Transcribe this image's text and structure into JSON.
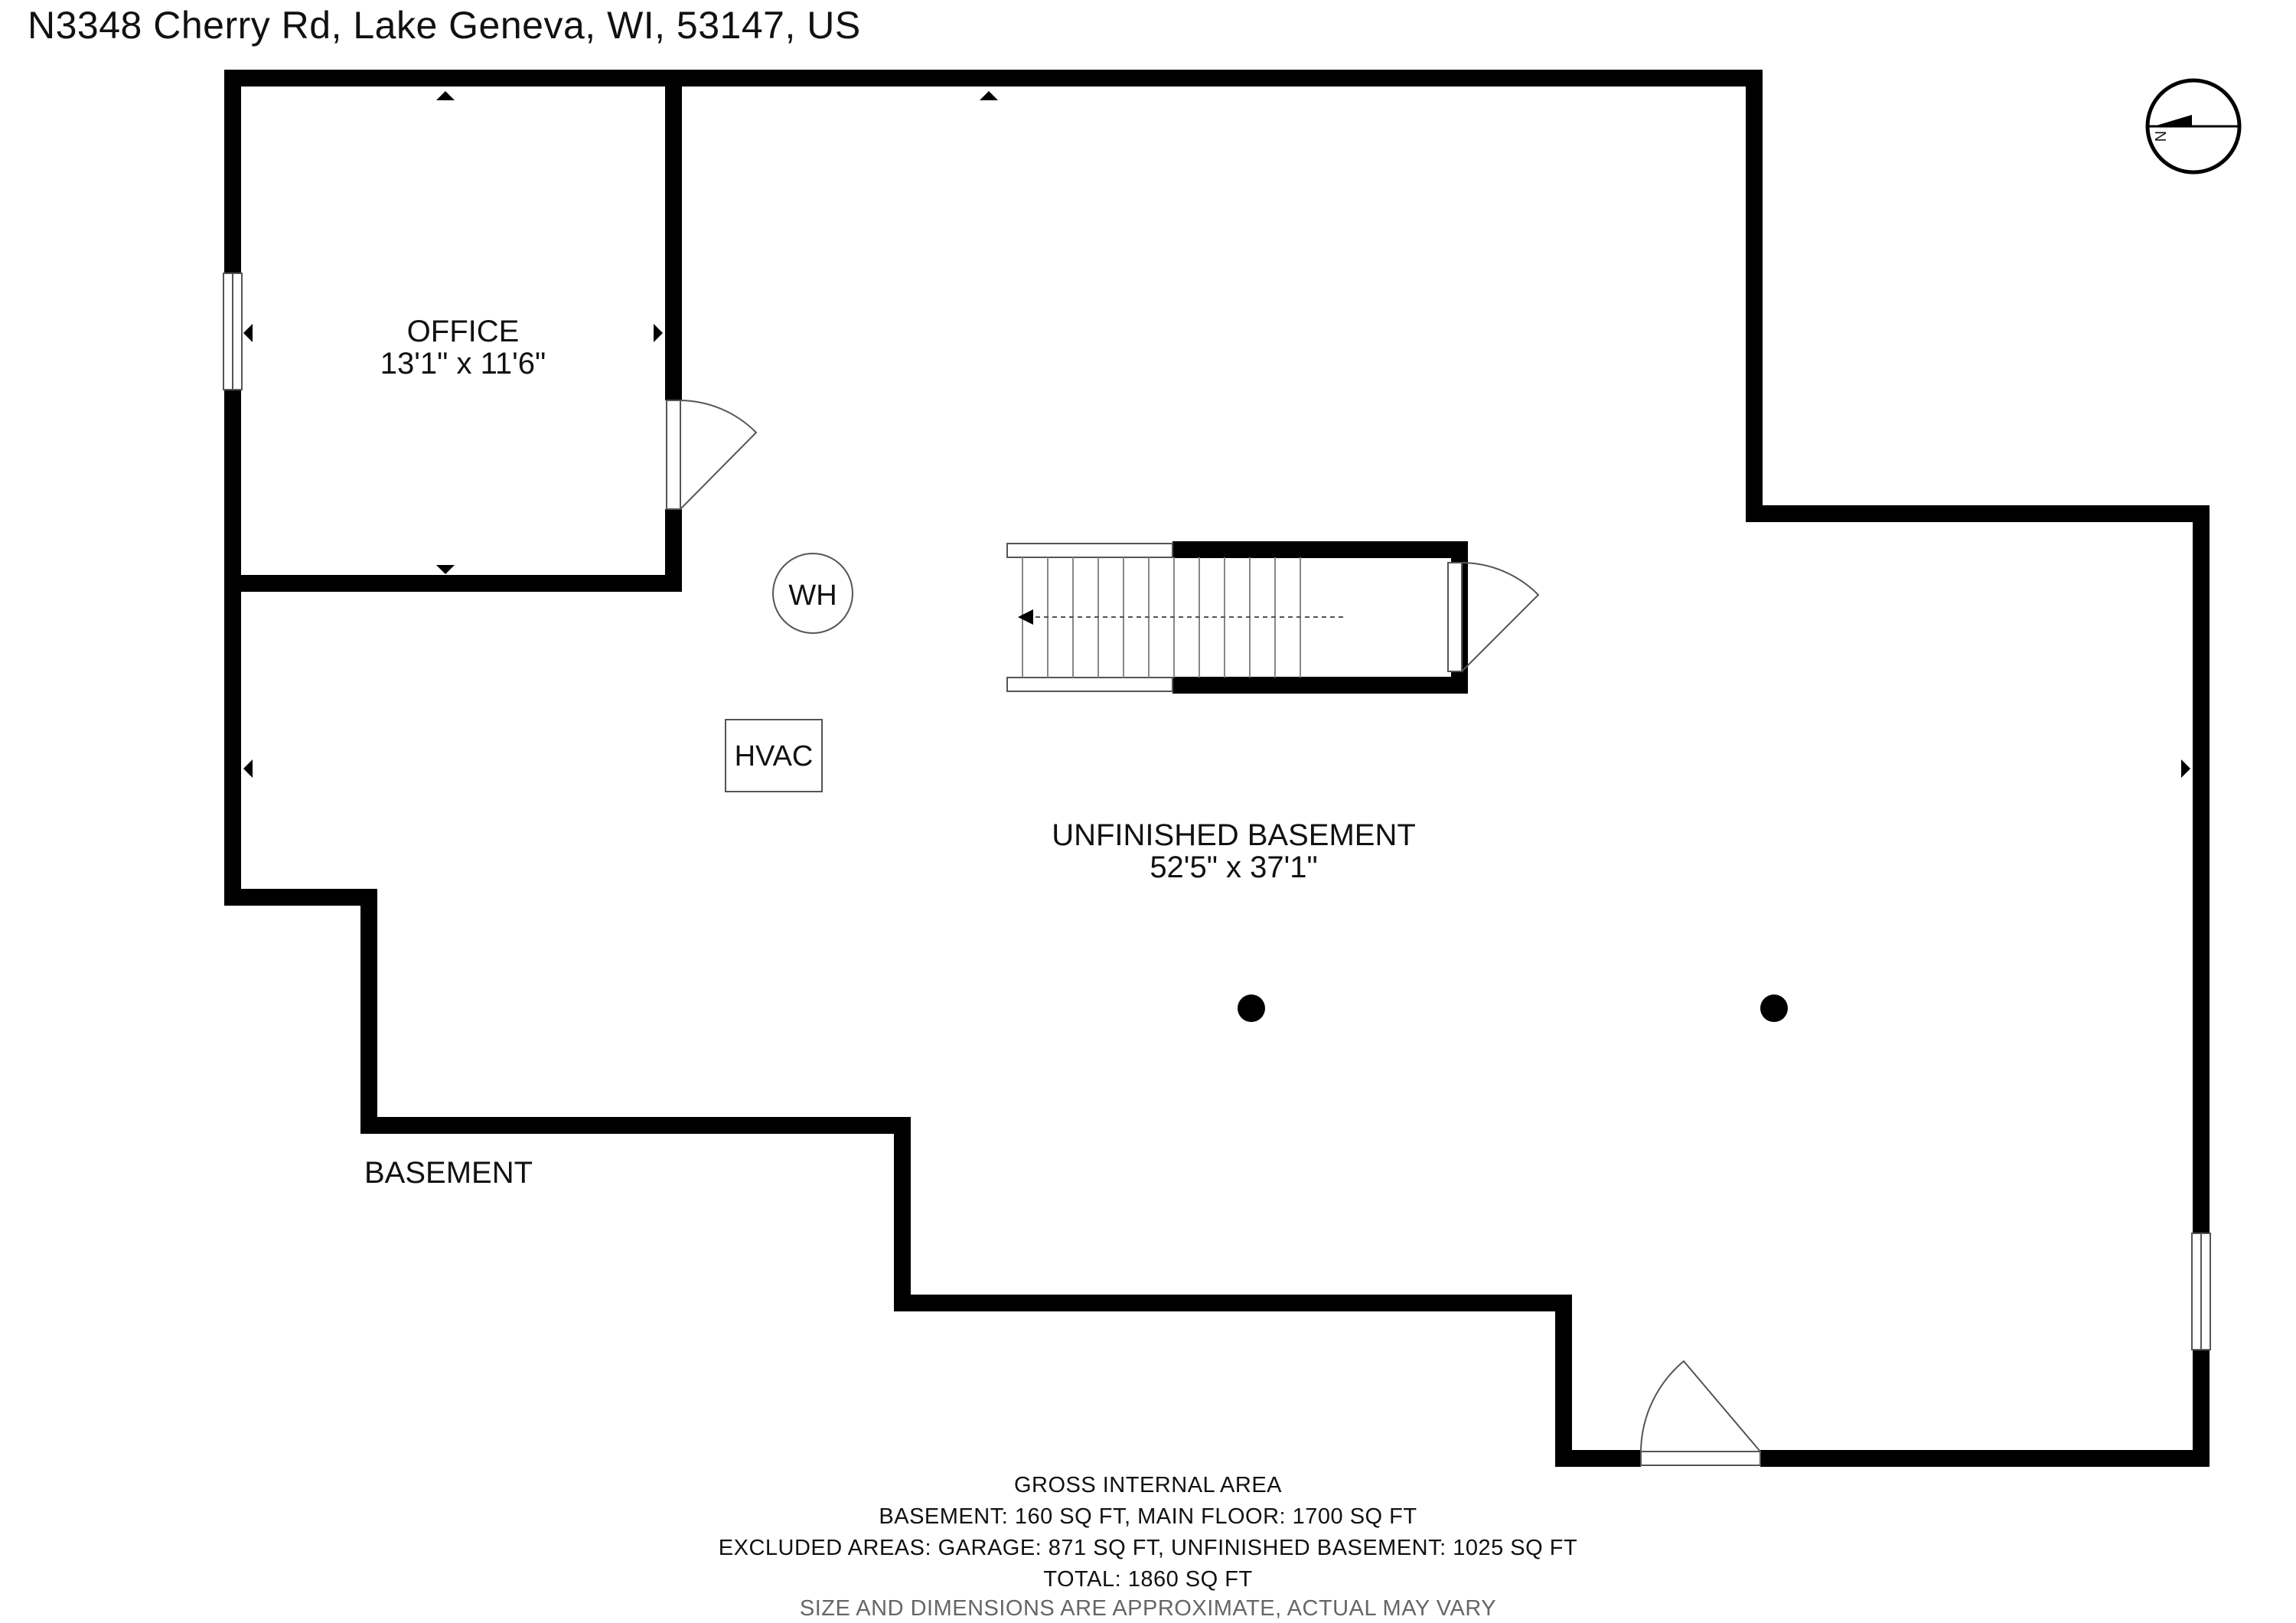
{
  "address": "N3348 Cherry Rd, Lake Geneva, WI, 53147, US",
  "rooms": {
    "office": {
      "name": "OFFICE",
      "dims": "13'1\" x 11'6\""
    },
    "basement": {
      "name": "UNFINISHED BASEMENT",
      "dims": "52'5\" x 37'1\""
    },
    "floor_label": "BASEMENT"
  },
  "fixtures": {
    "water_heater": "WH",
    "hvac": "HVAC"
  },
  "compass": {
    "letter": "N"
  },
  "footer": {
    "line1": "GROSS INTERNAL AREA",
    "line2": "BASEMENT: 160 SQ FT,  MAIN FLOOR: 1700 SQ FT",
    "line3": "EXCLUDED AREAS: GARAGE: 871 SQ FT, UNFINISHED BASEMENT: 1025 SQ FT",
    "line4": "TOTAL: 1860 SQ FT",
    "disclaimer": "SIZE AND DIMENSIONS ARE APPROXIMATE, ACTUAL MAY VARY"
  }
}
